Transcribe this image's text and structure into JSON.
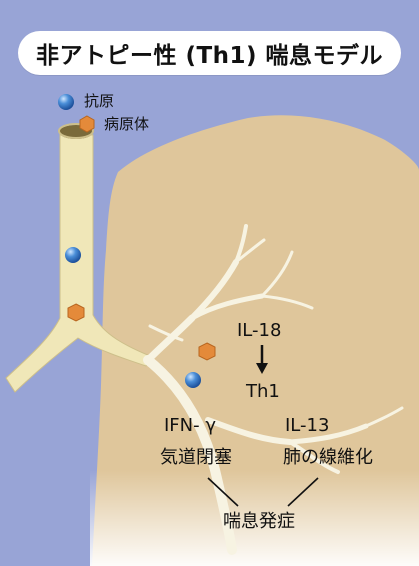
{
  "title": "非アトピー性 (Th1) 喘息モデル",
  "legend": {
    "antigen": "抗原",
    "pathogen": "病原体"
  },
  "labels": {
    "il18": "IL-18",
    "th1": "Th1",
    "ifn": "IFN- γ",
    "il13": "IL-13",
    "airway_obstruction": "気道閉塞",
    "lung_fibrosis": "肺の線維化",
    "asthma_onset": "喘息発症"
  },
  "colors": {
    "background": "#98a4d6",
    "lung": "#dfc69b",
    "trachea": "#f0e7b8",
    "antigen": "#3f7fd0",
    "pathogen": "#e48a3a"
  }
}
